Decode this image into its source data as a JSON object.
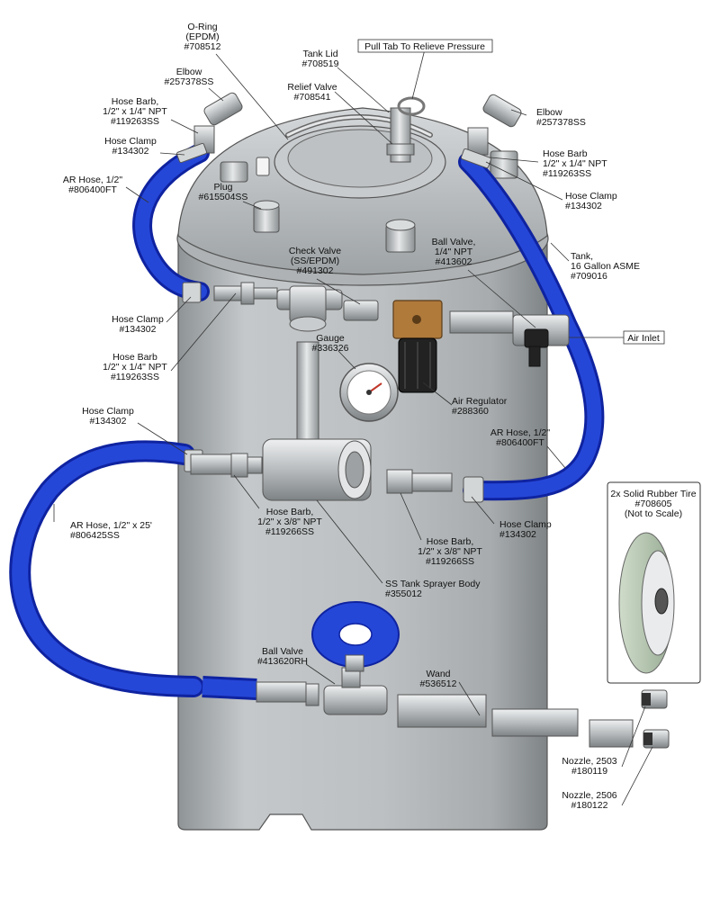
{
  "colors": {
    "tank": "#b9bdbf",
    "tank_dark": "#8e9396",
    "hose": "#1f3fd6",
    "hose_dark": "#0f23a0",
    "steel": "#c8cacc",
    "brass": "#b07a3b",
    "tire": "#b9cbb4",
    "handle": "#2547d8"
  },
  "icons": [
    "tank-body",
    "hose",
    "fitting",
    "gauge",
    "regulator",
    "ball-valve",
    "wheel"
  ],
  "labels": {
    "oring": [
      "O-Ring",
      "(EPDM)",
      "#708512"
    ],
    "tank_lid": [
      "Tank Lid",
      "#708519"
    ],
    "pull_tab": "Pull Tab To Relieve Pressure",
    "relief_valve": [
      "Relief Valve",
      "#708541"
    ],
    "elbow_left": [
      "Elbow",
      "#257378SS"
    ],
    "elbow_right": [
      "Elbow",
      "#257378SS"
    ],
    "hose_barb_top_left": [
      "Hose Barb,",
      "1/2\" x 1/4\" NPT",
      "#119263SS"
    ],
    "hose_clamp_top_left": [
      "Hose Clamp",
      "#134302"
    ],
    "hose_barb_top_right": [
      "Hose Barb",
      "1/2\" x 1/4\" NPT",
      "#119263SS"
    ],
    "hose_clamp_top_right": [
      "Hose Clamp",
      "#134302"
    ],
    "ar_hose_top_left": [
      "AR Hose, 1/2\"",
      "#806400FT"
    ],
    "plug": [
      "Plug",
      "#615504SS"
    ],
    "check_valve": [
      "Check Valve",
      "(SS/EPDM)",
      "#491302"
    ],
    "ball_valve_top": [
      "Ball Valve,",
      "1/4\" NPT",
      "#413602"
    ],
    "tank": [
      "Tank,",
      "16 Gallon ASME",
      "#709016"
    ],
    "air_inlet": "Air Inlet",
    "hose_clamp_mid_left": [
      "Hose Clamp",
      "#134302"
    ],
    "hose_barb_mid_left": [
      "Hose Barb",
      "1/2\" x 1/4\" NPT",
      "#119263SS"
    ],
    "gauge": [
      "Gauge",
      "#336326"
    ],
    "air_regulator": [
      "Air Regulator",
      "#288360"
    ],
    "hose_clamp_low_left": [
      "Hose Clamp",
      "#134302"
    ],
    "ar_hose_right": [
      "AR Hose, 1/2\"",
      "#806400FT"
    ],
    "tire": [
      "2x Solid Rubber Tire",
      "#708605",
      "(Not to Scale)"
    ],
    "ar_hose_25": [
      "AR Hose, 1/2\" x 25'",
      "#806425SS"
    ],
    "hose_barb_3_8_left": [
      "Hose Barb,",
      "1/2\" x 3/8\" NPT",
      "#119266SS"
    ],
    "hose_clamp_right_low": [
      "Hose Clamp",
      "#134302"
    ],
    "hose_barb_3_8_right": [
      "Hose Barb,",
      "1/2\" x 3/8\" NPT",
      "#119266SS"
    ],
    "sprayer_body": [
      "SS Tank Sprayer Body",
      "#355012"
    ],
    "ball_valve_bottom": [
      "Ball Valve",
      "#413620RH"
    ],
    "wand": [
      "Wand",
      "#536512"
    ],
    "nozzle_2503": [
      "Nozzle, 2503",
      "#180119"
    ],
    "nozzle_2506": [
      "Nozzle, 2506",
      "#180122"
    ]
  }
}
